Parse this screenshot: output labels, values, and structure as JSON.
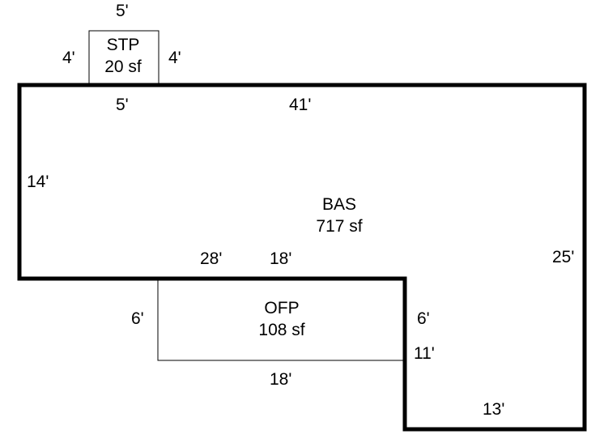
{
  "colors": {
    "background": "#ffffff",
    "outline": "#000000",
    "text": "#000000"
  },
  "areas": {
    "stp": {
      "name": "STP",
      "size": "20 sf"
    },
    "bas": {
      "name": "BAS",
      "size": "717 sf"
    },
    "ofp": {
      "name": "OFP",
      "size": "108 sf"
    }
  },
  "dimensions": {
    "stp_top": "5'",
    "stp_left": "4'",
    "stp_right": "4'",
    "stp_bottom": "5'",
    "bas_top": "41'",
    "bas_left": "14'",
    "bas_right": "25'",
    "bas_bottom_left": "28'",
    "bas_bottom_mid": "18'",
    "ofp_left": "6'",
    "ofp_right": "6'",
    "ofp_bottom": "18'",
    "notch_left": "11'",
    "notch_bottom": "13'"
  }
}
